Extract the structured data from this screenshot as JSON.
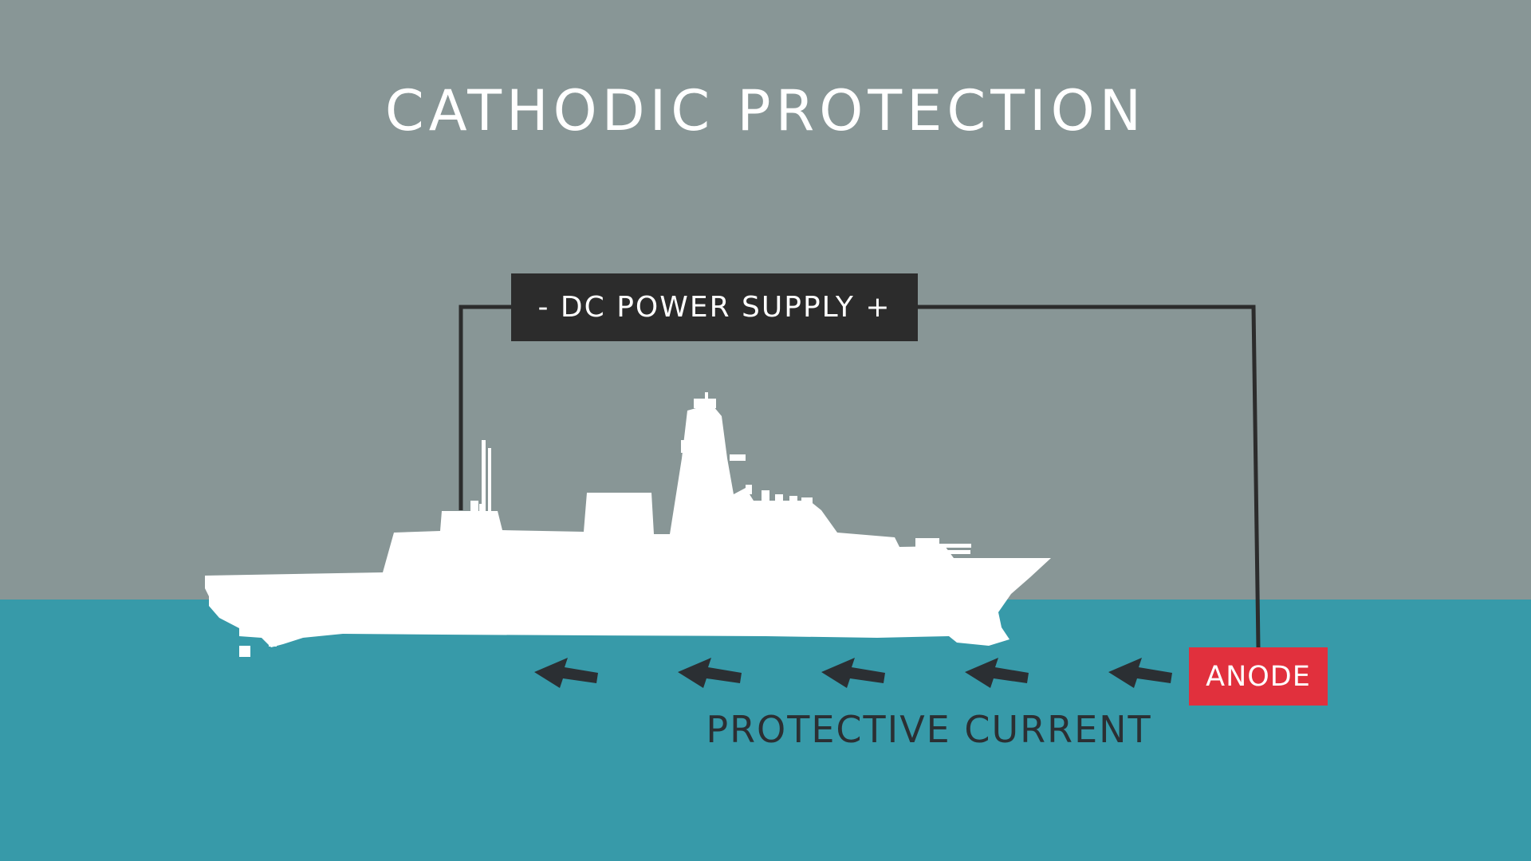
{
  "diagram": {
    "title": "CATHODIC PROTECTION",
    "power_supply_label": "- DC POWER SUPPLY +",
    "anode_label": "ANODE",
    "current_label": "PROTECTIVE CURRENT"
  },
  "colors": {
    "sky": "#889696",
    "sea": "#379aa9",
    "ship": "#ffffff",
    "wire": "#2c2c2c",
    "power_supply_box": "#2c2c2c",
    "anode_box": "#e1303d",
    "arrow": "#2b2f33",
    "title_text": "#ffffff",
    "current_text": "#2b2f33"
  },
  "icons": {
    "ship": "warship-silhouette-icon",
    "arrow": "arrow-left-icon"
  },
  "current_arrow_count": 5
}
